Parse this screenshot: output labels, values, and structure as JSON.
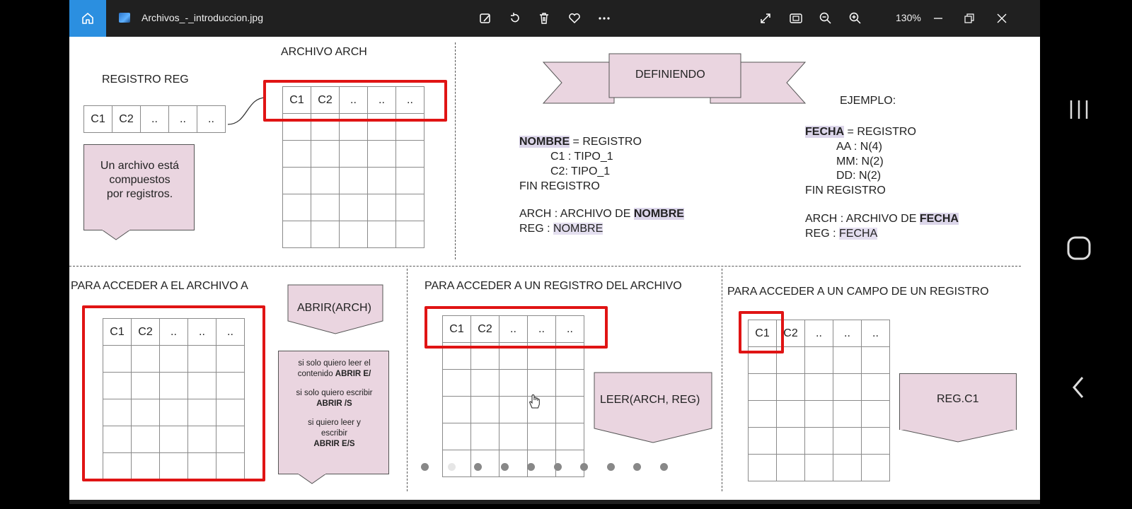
{
  "window": {
    "file_name": "Archivos_-_introduccion.jpg",
    "zoom": "130%"
  },
  "toolbar_icons": [
    "edit-image-icon",
    "rotate-icon",
    "delete-icon",
    "favorite-icon",
    "more-icon"
  ],
  "view_icons": [
    "expand-icon",
    "fit-icon",
    "zoom-out-icon",
    "zoom-in-icon"
  ],
  "window_controls": [
    "minimize-icon",
    "restore-icon",
    "close-icon"
  ],
  "slide": {
    "registro_title": "REGISTRO REG",
    "registro_cells": [
      "C1",
      "C2",
      "..",
      "..",
      ".."
    ],
    "archivo_title": "ARCHIVO ARCH",
    "archivo_header": [
      "C1",
      "C2",
      "..",
      "..",
      ".."
    ],
    "callout_archivo": [
      "Un archivo está",
      "compuestos",
      "por registros."
    ],
    "banner": "DEFINIENDO",
    "ejemplo_title": "EJEMPLO:",
    "def_left": {
      "name": "NOMBRE",
      "eq_registro": " = REGISTRO",
      "c1": "C1 : TIPO_1",
      "c2": "C2: TIPO_1",
      "fin": "FIN REGISTRO",
      "arch_prefix": "ARCH : ARCHIVO DE ",
      "arch_type": "NOMBRE",
      "reg_prefix": "REG : ",
      "reg_type": "NOMBRE"
    },
    "def_right": {
      "name": "FECHA",
      "eq_registro": " = REGISTRO",
      "aa": "AA : N(4)",
      "mm": "MM: N(2)",
      "dd": "DD: N(2)",
      "fin": "FIN REGISTRO",
      "arch_prefix": "ARCH : ARCHIVO DE ",
      "arch_type": "FECHA",
      "reg_prefix": "REG : ",
      "reg_type": "FECHA"
    },
    "acceso_archivo_title": "PARA ACCEDER A EL ARCHIVO A",
    "abrir_label": "ABRIR(ARCH)",
    "abrir_note": {
      "l1": "si solo quiero leer el",
      "l2a": "contenido ",
      "l2b": "ABRIR E/",
      "l3": "si solo quiero escribir",
      "l4": "ABRIR /S",
      "l5": "si quiero leer y",
      "l6": "escribir",
      "l7": "ABRIR E/S"
    },
    "acceso_registro_title": "PARA ACCEDER A UN REGISTRO DEL ARCHIVO",
    "leer_label": "LEER(ARCH, REG)",
    "acceso_campo_title": "PARA ACCEDER A UN CAMPO DE UN REGISTRO",
    "campo_label": "REG.C1",
    "grid_header": [
      "C1",
      "C2",
      "..",
      "..",
      ".."
    ]
  },
  "slide_dots_count": 10,
  "colors": {
    "accent_home": "#2b8fe0",
    "red_highlight": "#e01414",
    "pink_box": "#ead5e0",
    "keyword_highlight": "#dcd6ea"
  }
}
